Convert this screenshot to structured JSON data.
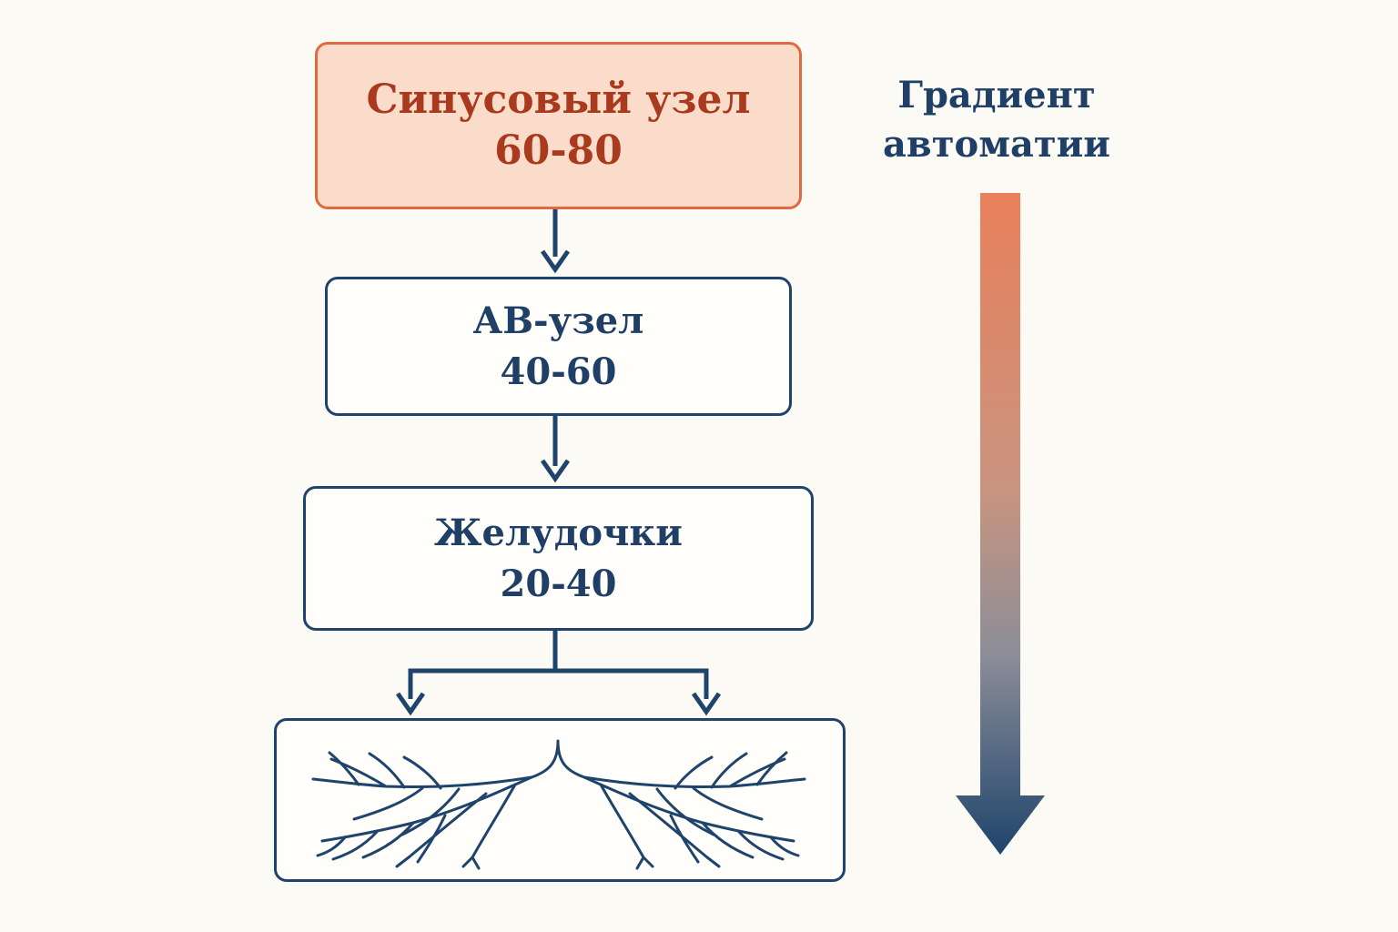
{
  "nodes": {
    "sa": {
      "label": "Синусовый узел",
      "range": "60-80"
    },
    "av": {
      "label": "АВ-узел",
      "range": "40-60"
    },
    "ventricles": {
      "label": "Желудочки",
      "range": "20-40"
    }
  },
  "gradient": {
    "title_line1": "Градиент",
    "title_line2": "автоматии",
    "color_top": "#e8805a",
    "color_bottom": "#1f446c"
  },
  "colors": {
    "background": "#fcfaf5",
    "sa_fill": "#fbdcca",
    "sa_border": "#df6a3f",
    "sa_text": "#a93a1d",
    "node_border": "#1f446c",
    "node_text": "#1f3f66"
  }
}
